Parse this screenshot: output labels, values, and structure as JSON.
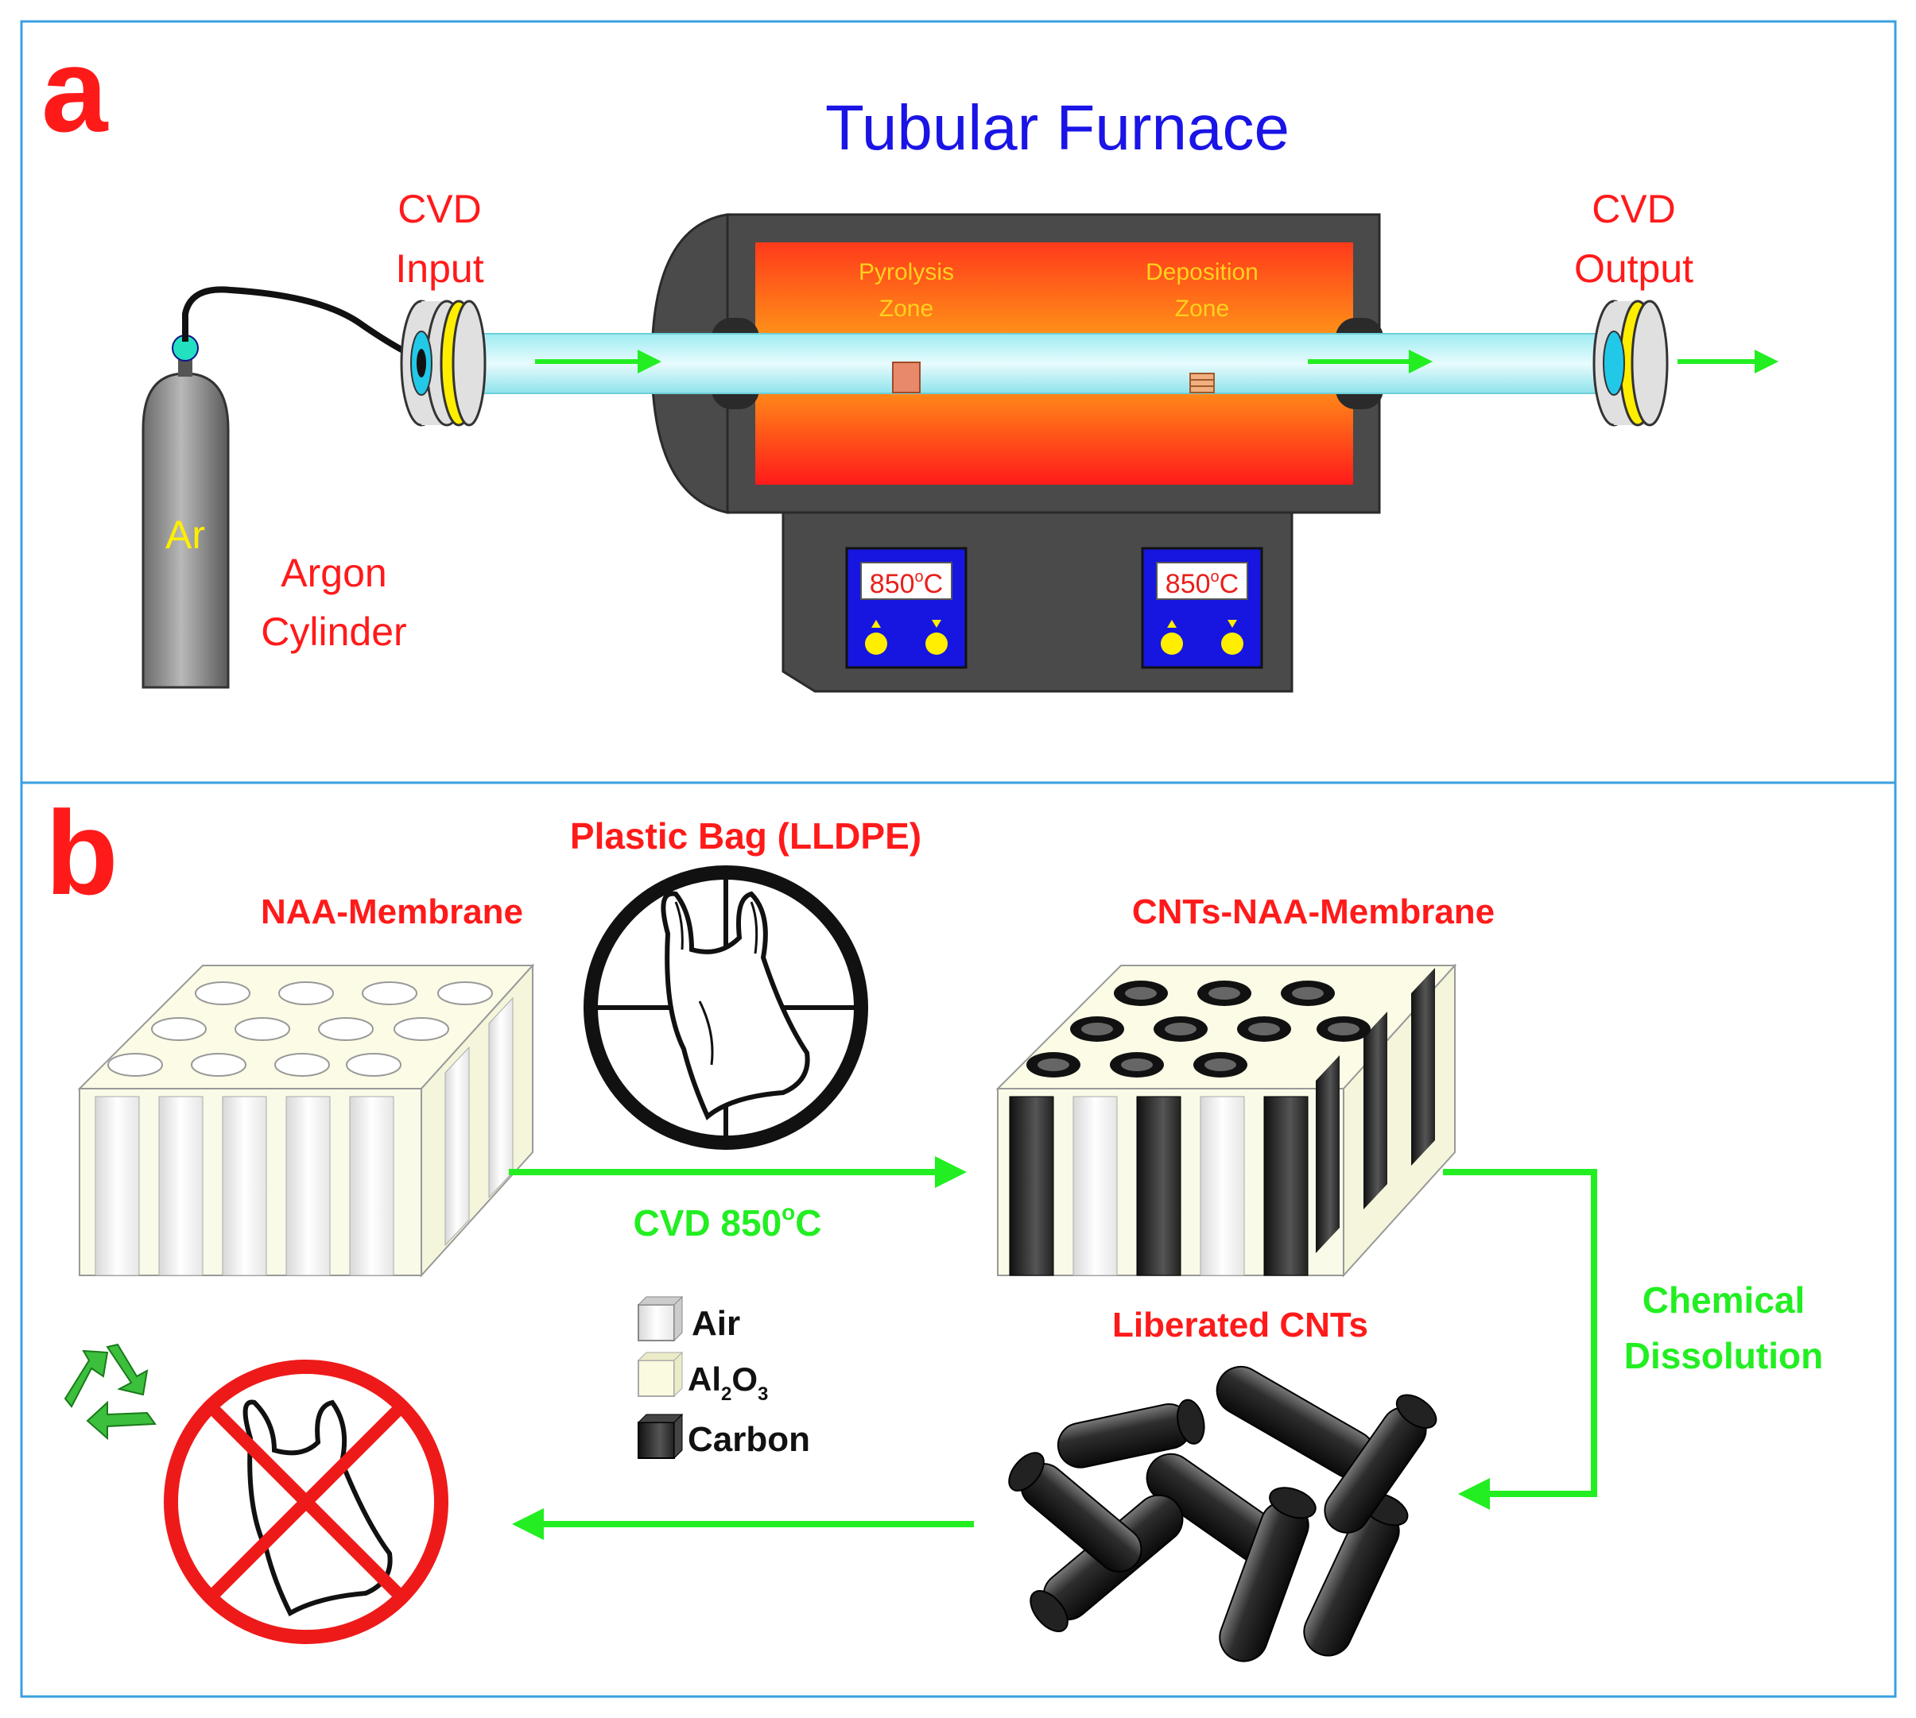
{
  "colors": {
    "frame": "#3aa0e0",
    "label_red": "#ff1a1a",
    "title_blue": "#1a14e6",
    "zone_yellow": "#ffd21e",
    "arrow_green": "#22ee22",
    "furnace_grey": "#4a4a4a",
    "tube_cyan": "#bdf4f8",
    "panel_blue": "#1616e0",
    "knob_yellow": "#ffee00",
    "display_red": "#e8201c"
  },
  "panel_a": {
    "letter": "a",
    "title": "Tubular Furnace",
    "cvd_input": [
      "CVD",
      "Input"
    ],
    "cvd_output": [
      "CVD",
      "Output"
    ],
    "argon": [
      "Argon",
      "Cylinder"
    ],
    "cylinder_label": "Ar",
    "pyrolysis_zone": [
      "Pyrolysis",
      "Zone"
    ],
    "deposition_zone": [
      "Deposition",
      "Zone"
    ],
    "controller_1": {
      "temp": "850",
      "unit": "C"
    },
    "controller_2": {
      "temp": "850",
      "unit": "C"
    },
    "icons": [
      "argon-cylinder-icon",
      "gas-hose-icon",
      "tube-flange-icon",
      "furnace-icon",
      "quartz-tube-icon",
      "sample-boat-icon",
      "substrate-icon",
      "controller-knob-icon"
    ]
  },
  "panel_b": {
    "letter": "b",
    "naa_membrane": "NAA-Membrane",
    "plastic_bag": "Plastic Bag (LLDPE)",
    "cnts_naa": "CNTs-NAA-Membrane",
    "cvd_step": {
      "prefix": "CVD 850",
      "degree": "o",
      "suffix": "C"
    },
    "chemical_dissolution": [
      "Chemical",
      "Dissolution"
    ],
    "liberated_cnts": "Liberated CNTs",
    "legend": {
      "air": "Air",
      "al2o3": {
        "a": "Al",
        "sub1": "2",
        "b": "O",
        "sub2": "3"
      },
      "carbon": "Carbon"
    },
    "icons": [
      "membrane-block-icon",
      "crosshair-bag-icon",
      "recycle-icon",
      "no-plastic-bag-icon",
      "cnt-tube-icon",
      "cube-swatch-icon"
    ]
  }
}
